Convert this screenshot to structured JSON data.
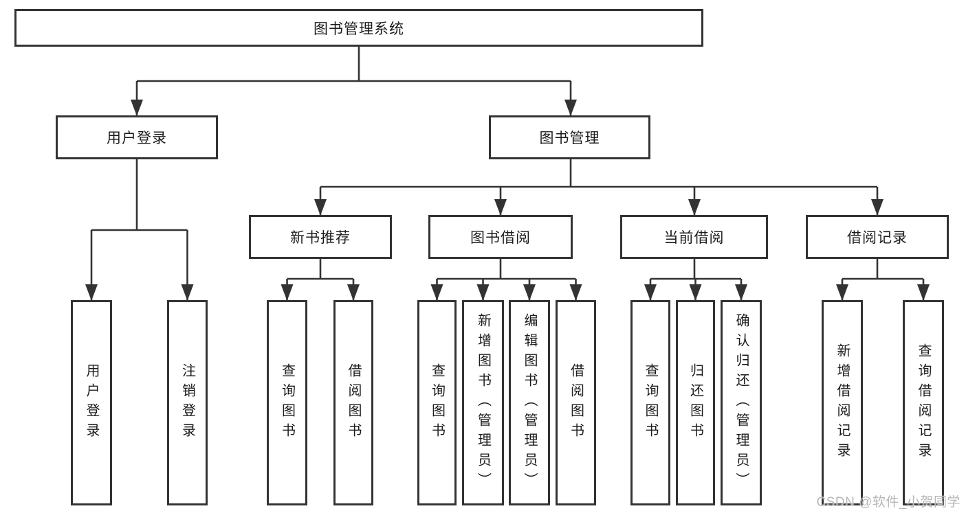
{
  "tree": {
    "label": "图书管理系统",
    "children": [
      {
        "label": "用户登录",
        "children": [
          {
            "label": "用户登录"
          },
          {
            "label": "注销登录"
          }
        ]
      },
      {
        "label": "图书管理",
        "children": [
          {
            "label": "新书推荐",
            "children": [
              {
                "label": "查询图书"
              },
              {
                "label": "借阅图书"
              }
            ]
          },
          {
            "label": "图书借阅",
            "children": [
              {
                "label": "查询图书"
              },
              {
                "label": "新增图书（管理员）"
              },
              {
                "label": "编辑图书（管理员）"
              },
              {
                "label": "借阅图书"
              }
            ]
          },
          {
            "label": "当前借阅",
            "children": [
              {
                "label": "查询图书"
              },
              {
                "label": "归还图书"
              },
              {
                "label": "确认归还（管理员）"
              }
            ]
          },
          {
            "label": "借阅记录",
            "children": [
              {
                "label": "新增借阅记录"
              },
              {
                "label": "查询借阅记录"
              }
            ]
          }
        ]
      }
    ]
  },
  "watermark": "CSDN @软件_小贺同学",
  "colors": {
    "line": "#333333",
    "text": "#1c1c1c",
    "watermark": "#b7b7b7",
    "background": "#ffffff"
  }
}
